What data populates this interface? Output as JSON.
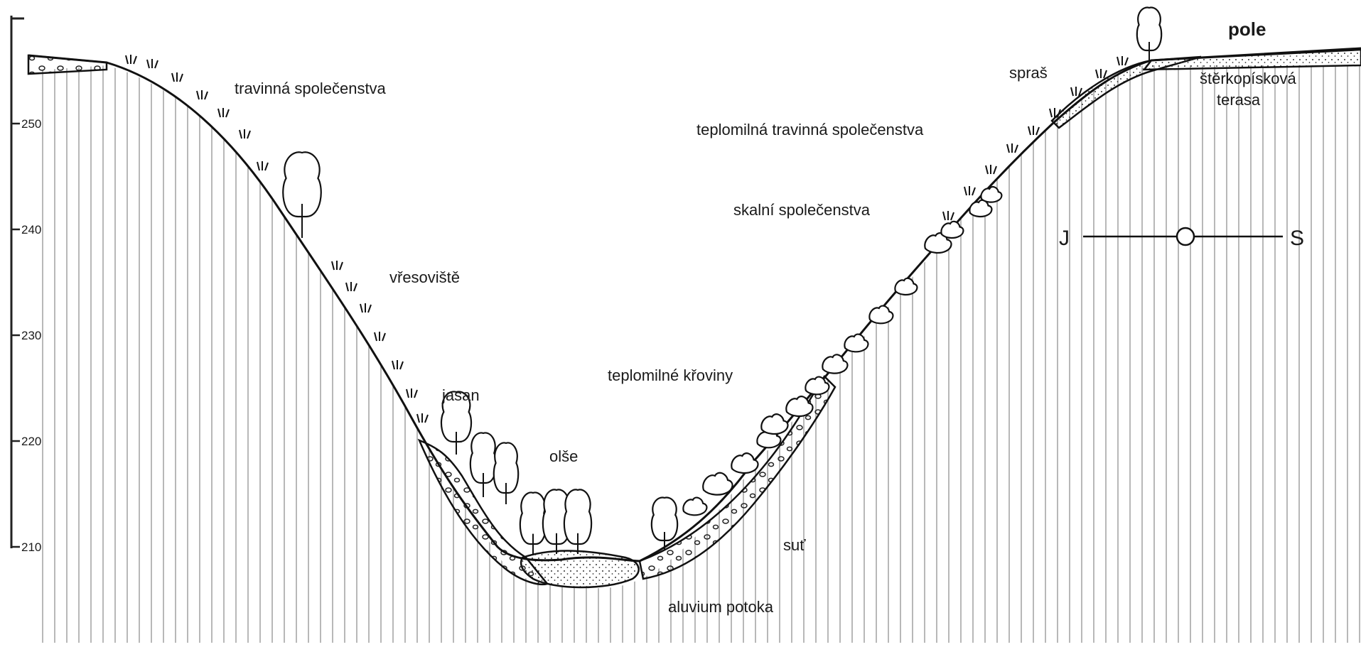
{
  "axis": {
    "ticks": [
      {
        "value": 250,
        "label": "250"
      },
      {
        "value": 240,
        "label": "240"
      },
      {
        "value": 230,
        "label": "230"
      },
      {
        "value": 220,
        "label": "220"
      },
      {
        "value": 210,
        "label": "210"
      }
    ]
  },
  "labels": {
    "travinna": "travinná společenstva",
    "vresoviste": "vřesoviště",
    "jasan": "jasan",
    "olse": "olše",
    "teplomilne_kroviny": "teplomilné křoviny",
    "skalni": "skalní společenstva",
    "teplomilna_travinna": "teplomilná travinná společenstva",
    "spras": "spraš",
    "pole": "pole",
    "sterkopiskova": "štěrkopísková",
    "terasa": "terasa",
    "sut": "suť",
    "aluvium": "aluvium potoka"
  },
  "orientation": {
    "left": "J",
    "right": "S"
  }
}
